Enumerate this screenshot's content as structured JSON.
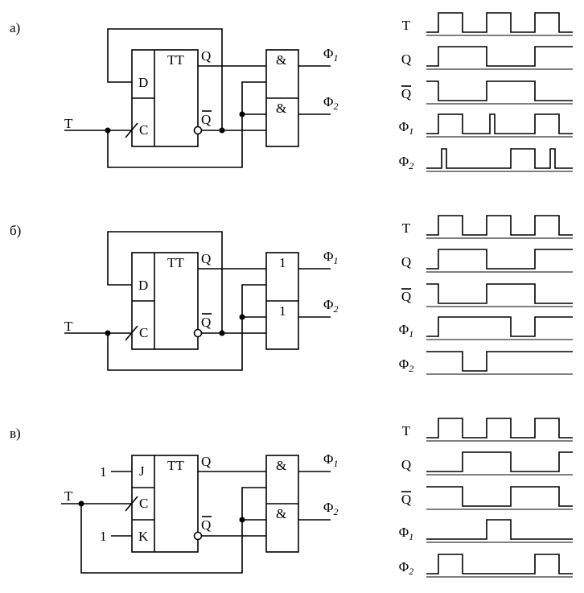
{
  "sections": [
    {
      "label": "а)",
      "trigger": "TT",
      "pins": [
        "D",
        "C"
      ],
      "input": "T",
      "q_out": "Q",
      "qbar_out": "Q",
      "gate_symbol": "&",
      "outputs": [
        "Φ",
        "Φ"
      ],
      "output_subs": [
        "1",
        "2"
      ],
      "timing": [
        {
          "name": "T",
          "sub": "",
          "bar": false,
          "levels": [
            0,
            1,
            1,
            0,
            0,
            1,
            1,
            0,
            0,
            1,
            1,
            0,
            0
          ]
        },
        {
          "name": "Q",
          "sub": "",
          "bar": false,
          "levels": [
            0,
            1,
            1,
            1,
            1,
            0,
            0,
            0,
            0,
            1,
            1,
            1,
            1
          ]
        },
        {
          "name": "Q",
          "sub": "",
          "bar": true,
          "levels": [
            1,
            0,
            0,
            0,
            0,
            1,
            1,
            1,
            1,
            0,
            0,
            0,
            0
          ]
        },
        {
          "name": "Φ",
          "sub": "1",
          "bar": false,
          "levels": [
            0,
            1,
            1,
            0,
            0,
            0.5,
            0,
            0,
            0,
            1,
            1,
            0,
            0
          ]
        },
        {
          "name": "Φ",
          "sub": "2",
          "bar": false,
          "levels": [
            0,
            0.5,
            0,
            0,
            0,
            0,
            0,
            1,
            1,
            0,
            0.5,
            0,
            0
          ]
        }
      ]
    },
    {
      "label": "б)",
      "trigger": "TT",
      "pins": [
        "D",
        "C"
      ],
      "input": "T",
      "q_out": "Q",
      "qbar_out": "Q",
      "gate_symbol": "1",
      "outputs": [
        "Φ",
        "Φ"
      ],
      "output_subs": [
        "1",
        "2"
      ],
      "timing": [
        {
          "name": "T",
          "sub": "",
          "bar": false,
          "levels": [
            0,
            1,
            1,
            0,
            0,
            1,
            1,
            0,
            0,
            1,
            1,
            0,
            0
          ]
        },
        {
          "name": "Q",
          "sub": "",
          "bar": false,
          "levels": [
            0,
            1,
            1,
            1,
            1,
            0,
            0,
            0,
            0,
            1,
            1,
            1,
            1
          ]
        },
        {
          "name": "Q",
          "sub": "",
          "bar": true,
          "levels": [
            1,
            0,
            0,
            0,
            0,
            1,
            1,
            1,
            1,
            0,
            0,
            0,
            0
          ]
        },
        {
          "name": "Φ",
          "sub": "1",
          "bar": false,
          "levels": [
            0,
            1,
            1,
            1,
            1,
            1,
            1,
            0,
            0,
            1,
            1,
            1,
            1
          ]
        },
        {
          "name": "Φ",
          "sub": "2",
          "bar": false,
          "levels": [
            1,
            1,
            1,
            0,
            0,
            1,
            1,
            1,
            1,
            1,
            1,
            1,
            1
          ]
        }
      ]
    },
    {
      "label": "в)",
      "trigger": "TT",
      "pins": [
        "J",
        "C",
        "K"
      ],
      "pin_inputs": [
        "1",
        "1"
      ],
      "input": "T",
      "q_out": "Q",
      "qbar_out": "Q",
      "gate_symbol": "&",
      "outputs": [
        "Φ",
        "Φ"
      ],
      "output_subs": [
        "1",
        "2"
      ],
      "timing": [
        {
          "name": "T",
          "sub": "",
          "bar": false,
          "levels": [
            0,
            1,
            1,
            0,
            0,
            1,
            1,
            0,
            0,
            1,
            1,
            0,
            0
          ]
        },
        {
          "name": "Q",
          "sub": "",
          "bar": false,
          "levels": [
            0,
            0,
            0,
            1,
            1,
            1,
            1,
            0,
            0,
            0,
            0,
            1,
            1
          ]
        },
        {
          "name": "Q",
          "sub": "",
          "bar": true,
          "levels": [
            1,
            1,
            1,
            0,
            0,
            0,
            0,
            1,
            1,
            1,
            1,
            0,
            0
          ]
        },
        {
          "name": "Φ",
          "sub": "1",
          "bar": false,
          "levels": [
            0,
            0,
            0,
            0,
            0,
            1,
            1,
            0,
            0,
            0,
            0,
            0,
            0
          ]
        },
        {
          "name": "Φ",
          "sub": "2",
          "bar": false,
          "levels": [
            0,
            1,
            1,
            0,
            0,
            0,
            0,
            0,
            0,
            1,
            1,
            0,
            0
          ]
        }
      ]
    }
  ]
}
